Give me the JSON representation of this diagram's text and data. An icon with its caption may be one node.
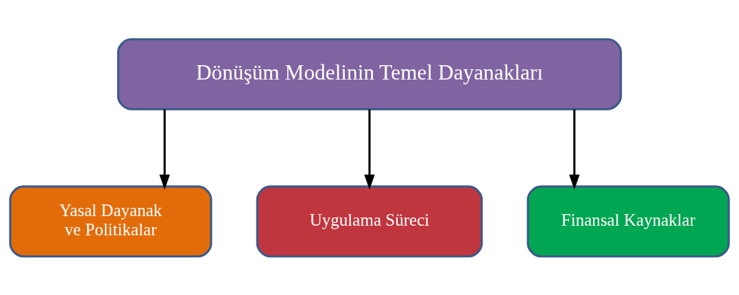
{
  "diagram": {
    "nodes": [
      {
        "text": [
          "Dönüşüm Modelinin Temel Dayanakları"
        ]
      },
      {
        "text": [
          "Yasal Dayanak ve Politikalar"
        ]
      },
      {
        "text": [
          "Uygulama Süreci"
        ]
      },
      {
        "text": [
          "Finansal Kaynaklar"
        ]
      }
    ],
    "edges": [
      {
        "from": 0,
        "to": 1,
        "arrow": "to"
      },
      {
        "from": 0,
        "to": 2,
        "arrow": "to"
      },
      {
        "from": 0,
        "to": 3,
        "arrow": "to"
      }
    ]
  }
}
